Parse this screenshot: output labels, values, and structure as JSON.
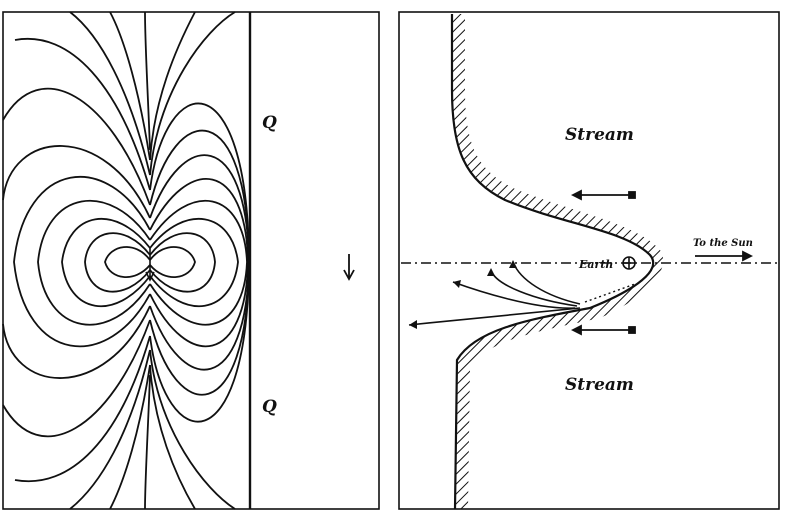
{
  "left_panel": {
    "labels": {
      "q_upper": "Q",
      "q_lower": "Q"
    },
    "direction_icon": "down-arrow-icon"
  },
  "right_panel": {
    "labels": {
      "stream_upper": "Stream",
      "stream_lower": "Stream",
      "earth": "Earth",
      "to_sun": "To the Sun"
    },
    "earth_icon": "earth-symbol-icon"
  },
  "colors": {
    "ink": "#111111",
    "paper": "#ffffff"
  }
}
